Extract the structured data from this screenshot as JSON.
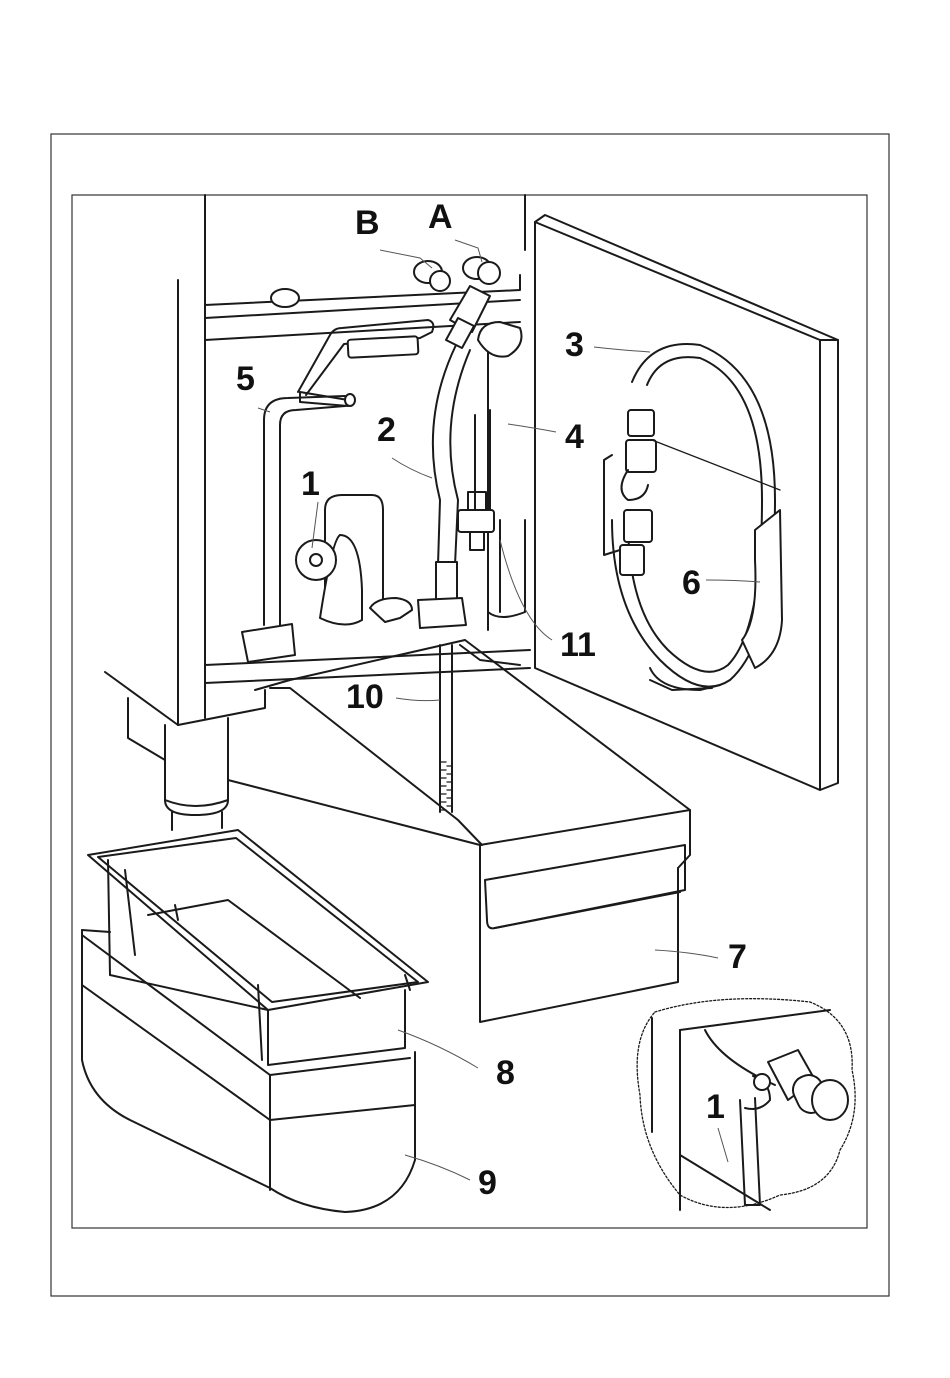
{
  "callouts": {
    "A": "A",
    "B": "B",
    "c1": "1",
    "c2": "2",
    "c3": "3",
    "c4": "4",
    "c5": "5",
    "c6": "6",
    "c7": "7",
    "c8": "8",
    "c9": "9",
    "c10": "10",
    "c11": "11",
    "detail1": "1"
  }
}
